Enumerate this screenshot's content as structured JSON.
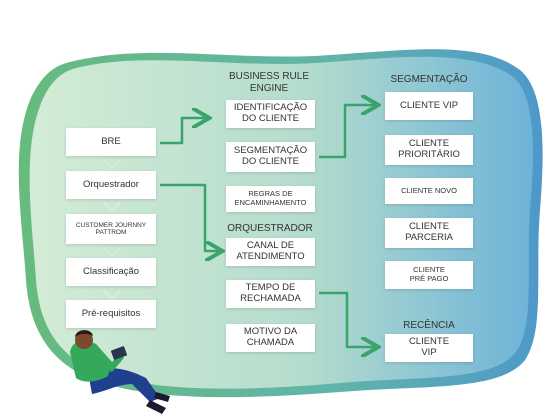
{
  "headers": {
    "bre_engine": "BUSINESS RULE\nENGINE",
    "segmentacao": "SEGMENTAÇÃO",
    "orquestrador": "ORQUESTRADOR",
    "recencia": "RECÊNCIA"
  },
  "left_column": [
    "BRE",
    "Orquestrador",
    "CUSTOMER JOURNNY\nPATTROM",
    "Classificação",
    "Pré-requisitos"
  ],
  "bre_rules": [
    "IDENTIFICAÇÃO\nDO CLIENTE",
    "SEGMENTAÇÃO\nDO CLIENTE",
    "REGRAS DE\nENCAMINHAMENTO"
  ],
  "orquestrador_items": [
    "CANAL DE\nATENDIMENTO",
    "TEMPO DE\nRECHAMADA",
    "MOTIVO DA\nCHAMADA"
  ],
  "segmentacao_items": [
    "CLIENTE VIP",
    "CLIENTE\nPRIORITÁRIO",
    "CLIENTE NOVO",
    "CLIENTE\nPARCERIA",
    "CLIENTE\nPRÉ PAGO"
  ],
  "recencia_items": [
    "CLIENTE\nVIP"
  ],
  "colors": {
    "blob_green": "#5cb87a",
    "blob_blue": "#3d8fc4",
    "arrow": "#3aa36a",
    "chevron": "#c9d6cd"
  }
}
